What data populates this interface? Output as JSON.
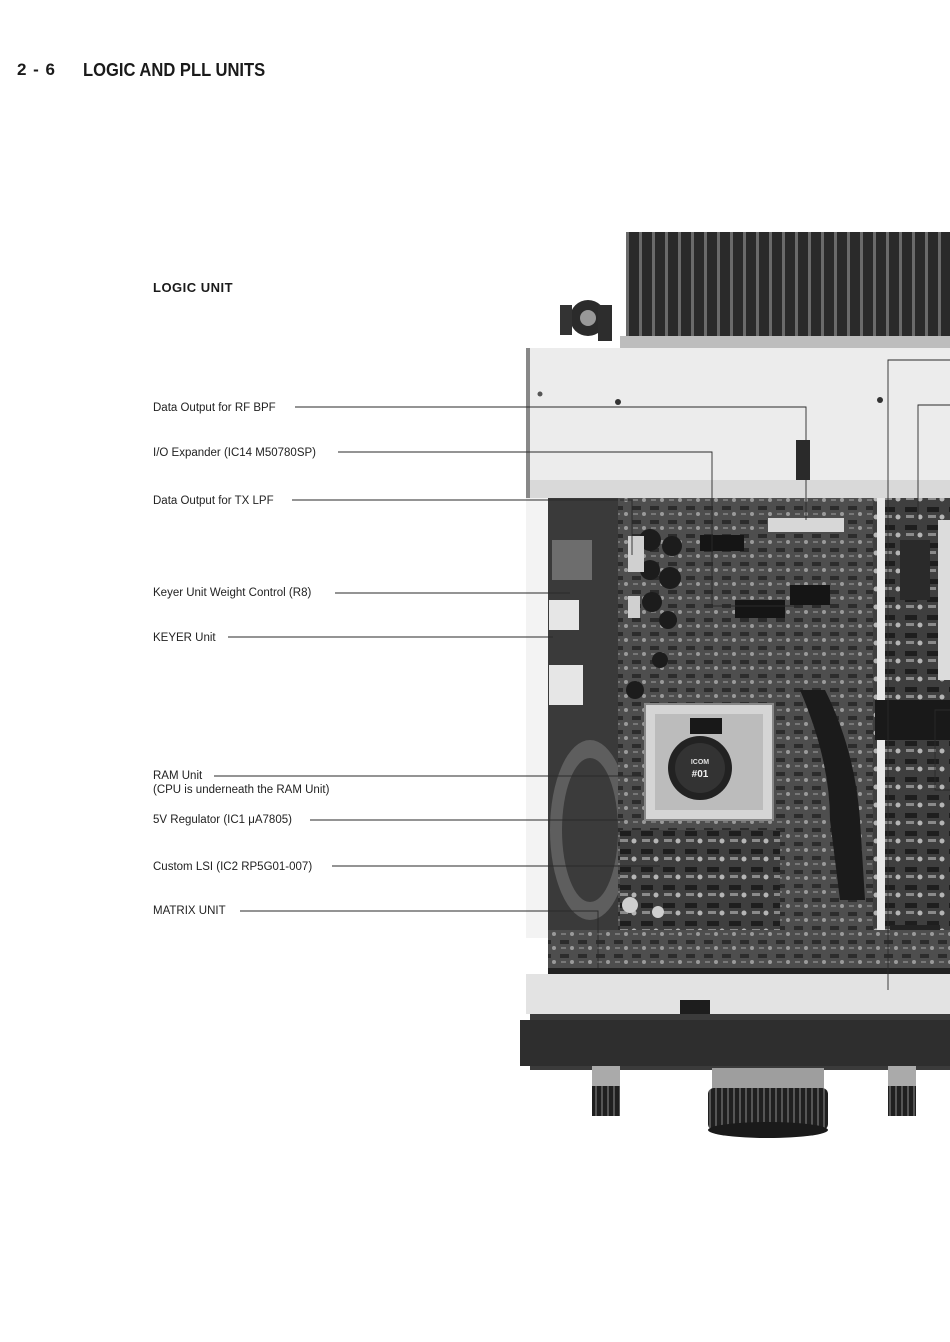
{
  "header": {
    "section_number": "2 - 6",
    "section_title": "LOGIC AND PLL UNITS"
  },
  "figure": {
    "title": "LOGIC UNIT",
    "callouts": [
      {
        "label": "Data Output for RF BPF"
      },
      {
        "label": "I/O Expander (IC14 M50780SP)"
      },
      {
        "label": "Data Output for TX LPF"
      },
      {
        "label": "Keyer Unit Weight Control (R8)"
      },
      {
        "label": "KEYER Unit"
      },
      {
        "label": "RAM Unit",
        "sub": "(CPU is underneath the RAM Unit)"
      },
      {
        "label": "5V Regulator (IC1 μA7805)"
      },
      {
        "label": "Custom LSI (IC2 RP5G01-007)"
      },
      {
        "label": "MATRIX UNIT"
      }
    ],
    "chip_label": {
      "brand": "ICOM",
      "code": "#01"
    }
  }
}
